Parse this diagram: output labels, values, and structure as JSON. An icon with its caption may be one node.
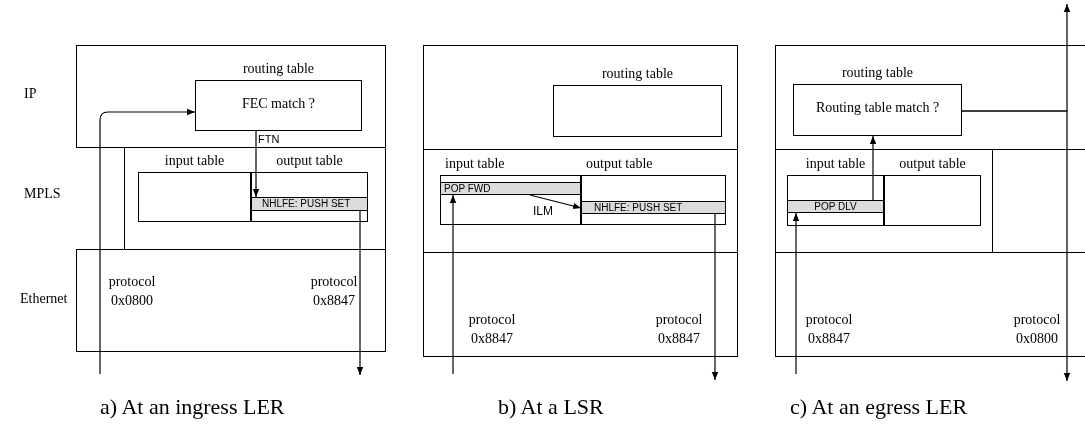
{
  "diagram": {
    "nodes": [
      {
        "text": [
          "routing table",
          "FEC match ?"
        ]
      },
      {
        "text": [
          "input table"
        ]
      },
      {
        "text": [
          "output table"
        ]
      },
      {
        "text": [
          "NHLFE: PUSH SET"
        ],
        "in": 2
      },
      {
        "text": [
          "routing table"
        ]
      },
      {
        "text": [
          "input table",
          "ILM"
        ]
      },
      {
        "text": [
          "POP FWD"
        ],
        "in": 5
      },
      {
        "text": [
          "output table"
        ]
      },
      {
        "text": [
          "NHLFE: PUSH SET"
        ],
        "in": 7
      },
      {
        "text": [
          "routing table",
          "Routing table match ?"
        ]
      },
      {
        "text": [
          "input table"
        ]
      },
      {
        "text": [
          "POP DLV"
        ],
        "in": 10
      },
      {
        "text": [
          "output table"
        ]
      }
    ],
    "edges": [
      {
        "from": null,
        "to": 0,
        "arrow": "to"
      },
      {
        "from": 0,
        "to": 3,
        "arrow": "to",
        "label": "FTN"
      },
      {
        "from": 3,
        "to": null,
        "arrow": "to"
      },
      {
        "from": null,
        "to": 6,
        "arrow": "to"
      },
      {
        "from": 6,
        "to": 8,
        "arrow": "to"
      },
      {
        "from": 8,
        "to": null,
        "arrow": "to"
      },
      {
        "from": null,
        "to": 11,
        "arrow": "to"
      },
      {
        "from": 11,
        "to": 9,
        "arrow": "to"
      },
      {
        "from": 9,
        "to": null,
        "arrow": "to"
      },
      {
        "from": 9,
        "to": null,
        "arrow": "to"
      }
    ],
    "labels": [
      "IP",
      "MPLS",
      "Ethernet",
      "protocol 0x0800",
      "protocol 0x8847",
      "protocol 0x8847",
      "protocol 0x8847",
      "protocol 0x8847",
      "protocol 0x0800",
      "a) At an ingress LER",
      "b) At a LSR",
      "c) At an egress LER"
    ]
  }
}
